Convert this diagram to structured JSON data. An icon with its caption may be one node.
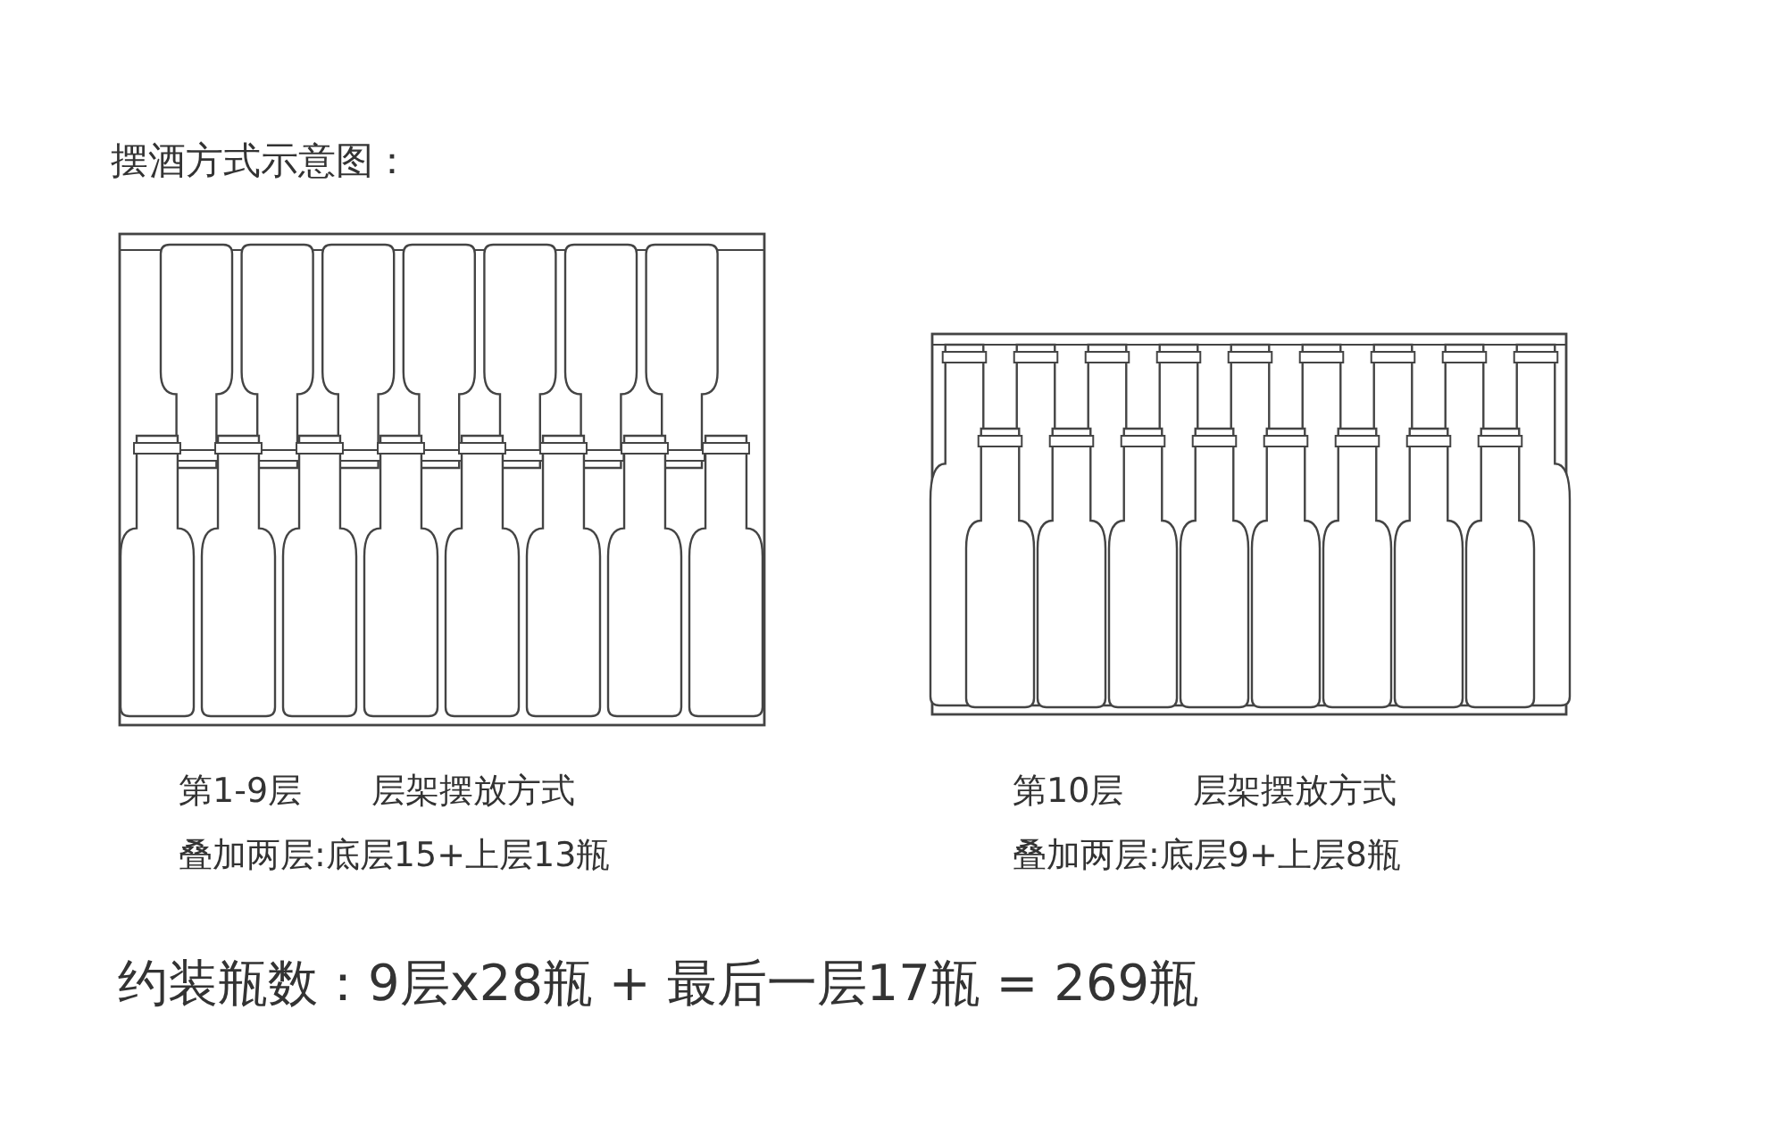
{
  "diagram": {
    "title": "摆酒方式示意图：",
    "labels": [
      "第1-9层",
      "层架摆放方式",
      "叠加两层:底层15+上层13瓶",
      "第10层",
      "层架摆放方式",
      "叠加两层:底层9+上层8瓶",
      "约装瓶数：9层x28瓶 + 最后一层17瓶 = 269瓶"
    ]
  }
}
